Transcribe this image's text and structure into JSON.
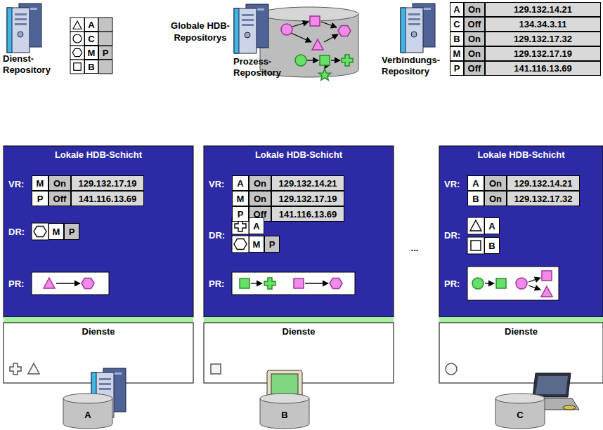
{
  "diagram": {
    "nodes": [
      {
        "text": [
          "Lokale HDB-Schicht"
        ]
      },
      {
        "text": [
          "Dienste"
        ],
        "in": 0
      },
      {
        "text": [
          "Lokale HDB-Schicht"
        ]
      },
      {
        "text": [
          "Dienste"
        ],
        "in": 2
      },
      {
        "text": [
          "Lokale HDB-Schicht"
        ]
      },
      {
        "text": [
          "Dienste"
        ],
        "in": 4
      },
      {
        "text": [
          "A"
        ]
      },
      {
        "text": [
          "B"
        ]
      },
      {
        "text": [
          "C"
        ]
      }
    ],
    "labels": [
      "Dienst- Repository",
      "A",
      "C",
      "M",
      "P",
      "B",
      "Globale HDB-Repositorys",
      "Prozess- Repository",
      "Verbindungs- Repository",
      "A",
      "On",
      "129.132.14.21",
      "C",
      "Off",
      "134.34.3.11",
      "B",
      "On",
      "129.132.17.32",
      "M",
      "On",
      "129.132.17.19",
      "P",
      "Off",
      "141.116.13.69",
      "VR:",
      "M",
      "On",
      "129.132.17.19",
      "P",
      "Off",
      "141.116.13.69",
      "DR:",
      "M",
      "P",
      "PR:",
      "VR:",
      "A",
      "On",
      "129.132.14.21",
      "M",
      "On",
      "129.132.17.19",
      "P",
      "Off",
      "141.116.13.69",
      "DR:",
      "A",
      "M",
      "P",
      "PR:",
      "VR:",
      "A",
      "On",
      "129.132.14.21",
      "B",
      "On",
      "129.132.17.32",
      "DR:",
      "A",
      "B",
      "PR:",
      "..."
    ]
  }
}
